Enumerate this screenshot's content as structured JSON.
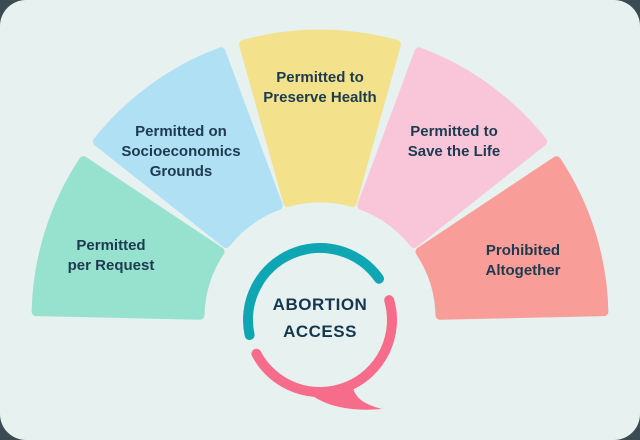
{
  "page": {
    "background_color": "#E7F1F0",
    "frame_color": "#3B4B54",
    "text_color": "#1D3A4F"
  },
  "chart_data": {
    "type": "pie",
    "variant": "semicircle-fan-donut",
    "title": "ABORTION ACCESS",
    "legend_position": "none",
    "categories": [
      "Permitted per Request",
      "Permitted on Socioeconomics Grounds",
      "Permitted to Preserve Health",
      "Permitted to Save the Life",
      "Prohibited Altogether"
    ],
    "values": [
      1,
      1,
      1,
      1,
      1
    ],
    "segments": [
      {
        "label": "Permitted per Request",
        "display": "Permitted\nper Request",
        "color": "#97E1CF",
        "value": 1
      },
      {
        "label": "Permitted on Socioeconomics Grounds",
        "display": "Permitted on\nSocioeconomics\nGrounds",
        "color": "#AFE0F4",
        "value": 1
      },
      {
        "label": "Permitted to Preserve Health",
        "display": "Permitted to\nPreserve Health",
        "color": "#F3E18C",
        "value": 1
      },
      {
        "label": "Permitted to Save the Life",
        "display": "Permitted to\nSave the Life",
        "color": "#F9C6D9",
        "value": 1
      },
      {
        "label": "Prohibited Altogether",
        "display": "Prohibited\nAltogether",
        "color": "#F99D99",
        "value": 1
      }
    ],
    "center_bubble": {
      "label": "ABORTION ACCESS",
      "display": "ABORTION\nACCESS",
      "arc_color_top": "#0FA6B3",
      "arc_color_bottom": "#F76C8A",
      "text_color": "#15374E"
    }
  }
}
